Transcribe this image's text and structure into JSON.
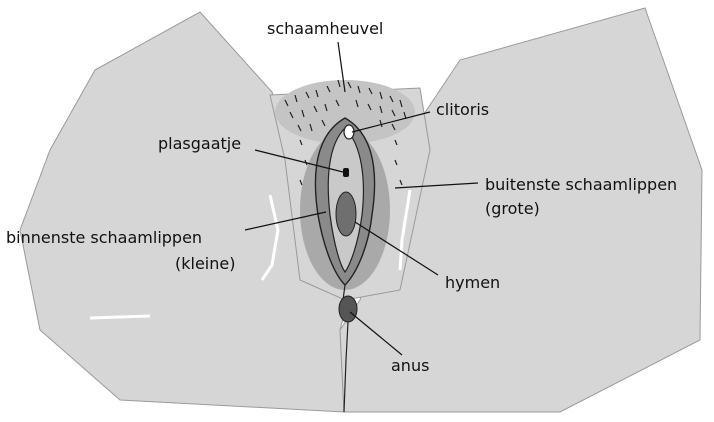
{
  "labels": {
    "mons": "schaamheuvel",
    "clitoris": "clitoris",
    "urethra": "plasgaatje",
    "outer_line1": "buitenste schaamlippen",
    "outer_line2": "(grote)",
    "inner_line1": "binnenste schaamlippen",
    "inner_line2": "(kleine)",
    "hymen": "hymen",
    "anus": "anus"
  }
}
